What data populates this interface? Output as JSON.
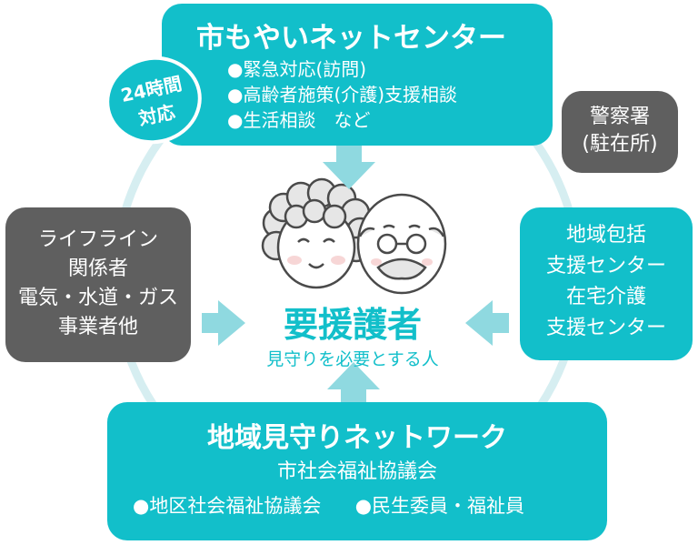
{
  "top": {
    "title": "市もやいネットセンター",
    "items": [
      "緊急対応(訪問)",
      "高齢者施策(介護)支援相談",
      "生活相談　など"
    ]
  },
  "badge": {
    "line1": "24時間",
    "line2": "対応"
  },
  "police": {
    "line1": "警察署",
    "line2": "(駐在所)"
  },
  "lifeline": {
    "lines": [
      "ライフライン",
      "関係者",
      "電気・水道・ガス",
      "事業者他"
    ]
  },
  "support": {
    "lines": [
      "地域包括",
      "支援センター",
      "在宅介護",
      "支援センター"
    ]
  },
  "center": {
    "title": "要援護者",
    "subtitle": "見守りを必要とする人"
  },
  "bottom": {
    "title": "地域見守りネットワーク",
    "subtitle": "市社会福祉協議会",
    "items": [
      "地区社会福祉協議会",
      "民生委員・福祉員"
    ]
  },
  "colors": {
    "teal": "#12bfca",
    "dark": "#5f5f5f",
    "ring": "#d3edf0"
  }
}
